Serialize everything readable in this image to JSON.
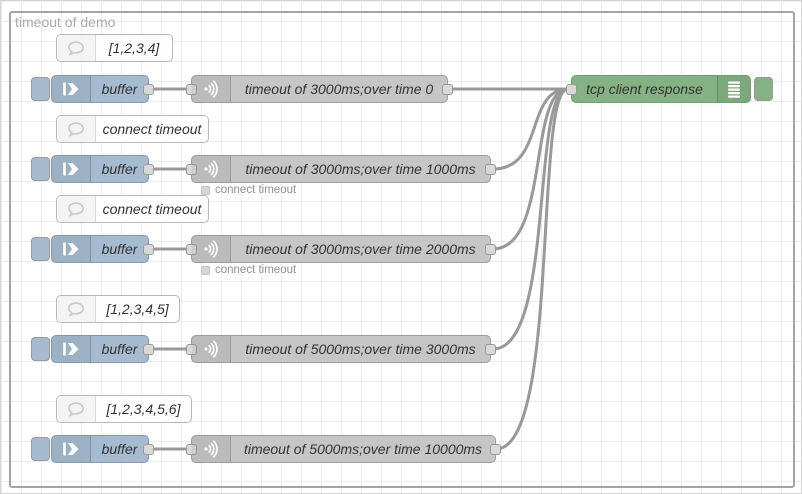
{
  "group": {
    "label": "timeout of demo"
  },
  "palette": {
    "inject_color": "#a6bbcf",
    "request_color": "#c6c6c6",
    "debug_color": "#84b284",
    "wire_color": "#999999",
    "status_text_color": "#919191"
  },
  "comments": [
    {
      "label": "[1,2,3,4]"
    },
    {
      "label": "connect timeout"
    },
    {
      "label": "connect timeout"
    },
    {
      "label": "[1,2,3,4,5]"
    },
    {
      "label": "[1,2,3,4,5,6]"
    }
  ],
  "inject_nodes": [
    {
      "label": "buffer"
    },
    {
      "label": "buffer"
    },
    {
      "label": "buffer"
    },
    {
      "label": "buffer"
    },
    {
      "label": "buffer"
    }
  ],
  "request_nodes": [
    {
      "label": "timeout of 3000ms;over time 0",
      "status": ""
    },
    {
      "label": "timeout of 3000ms;over time 1000ms",
      "status": "connect timeout"
    },
    {
      "label": "timeout of 3000ms;over time 2000ms",
      "status": "connect timeout"
    },
    {
      "label": "timeout of 5000ms;over time 3000ms",
      "status": ""
    },
    {
      "label": "timeout of 5000ms;over time 10000ms",
      "status": ""
    }
  ],
  "debug_node": {
    "label": "tcp client response"
  }
}
